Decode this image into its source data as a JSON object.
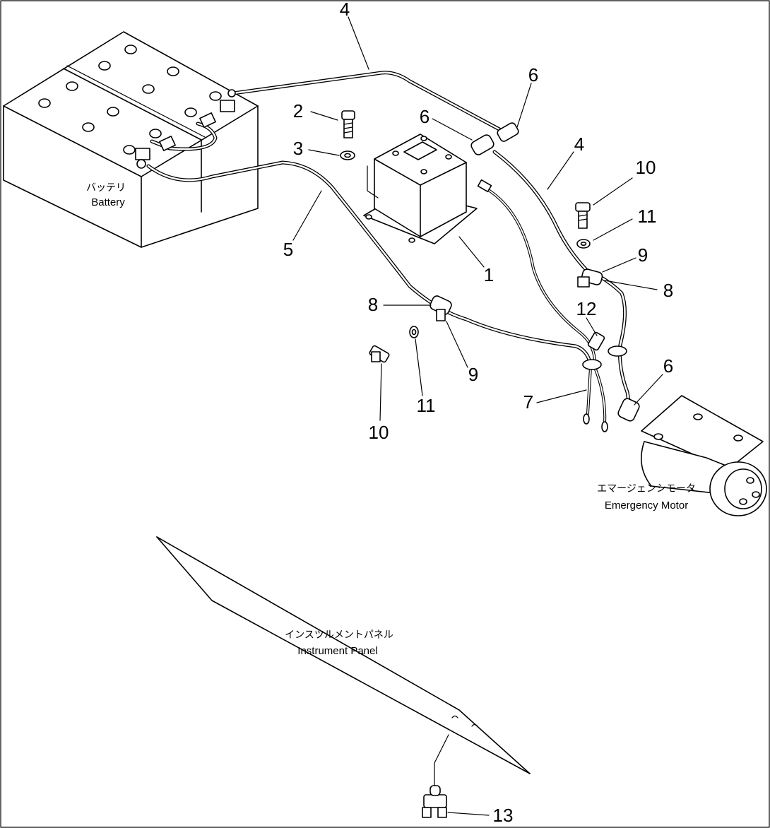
{
  "captions": {
    "battery_ja": "バッテリ",
    "battery_en": "Battery",
    "motor_ja": "エマージェンシモータ",
    "motor_en": "Emergency Motor",
    "panel_ja": "インスツルメントパネル",
    "panel_en": "Instrument Panel"
  },
  "callouts": [
    "4",
    "6",
    "2",
    "6",
    "3",
    "4",
    "10",
    "11",
    "5",
    "1",
    "9",
    "8",
    "8",
    "12",
    "9",
    "6",
    "7",
    "11",
    "10",
    "13"
  ]
}
